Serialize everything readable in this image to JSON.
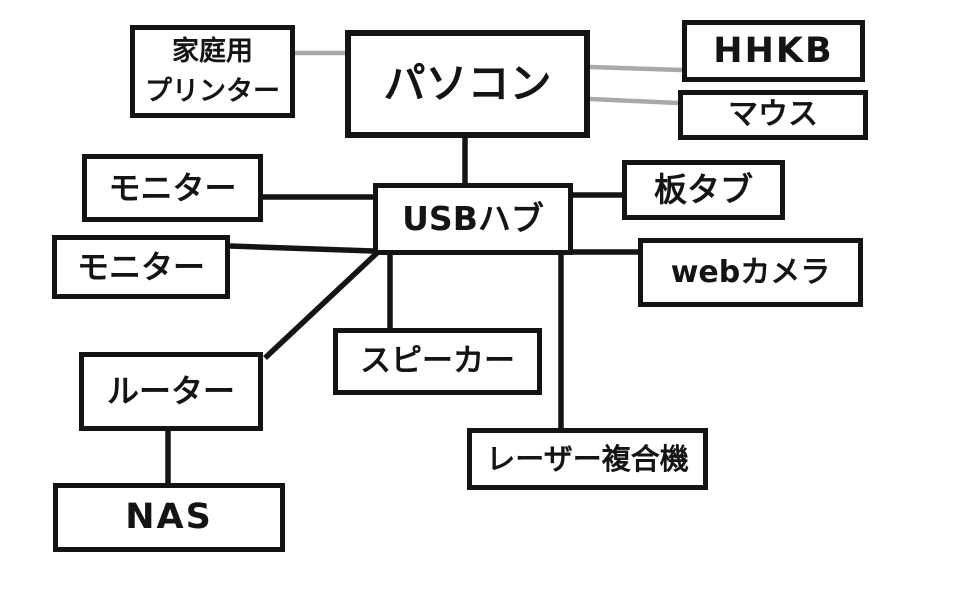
{
  "diagram": {
    "nodes": {
      "home_printer": {
        "label": "家庭用\nプリンター"
      },
      "pc": {
        "label": "パソコン"
      },
      "hhkb": {
        "label": "HHKB"
      },
      "mouse": {
        "label": "マウス"
      },
      "monitor_1": {
        "label": "モニター"
      },
      "usb_hub": {
        "label": "USBハブ"
      },
      "pen_tablet": {
        "label": "板タブ"
      },
      "monitor_2": {
        "label": "モニター"
      },
      "webcam": {
        "label": "webカメラ"
      },
      "speaker": {
        "label": "スピーカー"
      },
      "router": {
        "label": "ルーター"
      },
      "laser_mfp": {
        "label": "レーザー複合機"
      },
      "nas": {
        "label": "NAS"
      }
    },
    "edges": [
      {
        "from": "home_printer",
        "to": "pc",
        "style": "gray"
      },
      {
        "from": "pc",
        "to": "hhkb",
        "style": "gray"
      },
      {
        "from": "pc",
        "to": "mouse",
        "style": "gray"
      },
      {
        "from": "pc",
        "to": "usb_hub",
        "style": "black"
      },
      {
        "from": "monitor_1",
        "to": "usb_hub",
        "style": "black"
      },
      {
        "from": "monitor_2",
        "to": "usb_hub",
        "style": "black"
      },
      {
        "from": "usb_hub",
        "to": "pen_tablet",
        "style": "black"
      },
      {
        "from": "usb_hub",
        "to": "webcam",
        "style": "black"
      },
      {
        "from": "usb_hub",
        "to": "router",
        "style": "black"
      },
      {
        "from": "usb_hub",
        "to": "speaker",
        "style": "black"
      },
      {
        "from": "usb_hub",
        "to": "laser_mfp",
        "style": "black"
      },
      {
        "from": "router",
        "to": "nas",
        "style": "black"
      }
    ],
    "colors": {
      "line_black": "#141414",
      "line_gray": "#a9a9a9",
      "box_border": "#141414",
      "box_fill": "#ffffff",
      "background": "#ffffff"
    }
  }
}
